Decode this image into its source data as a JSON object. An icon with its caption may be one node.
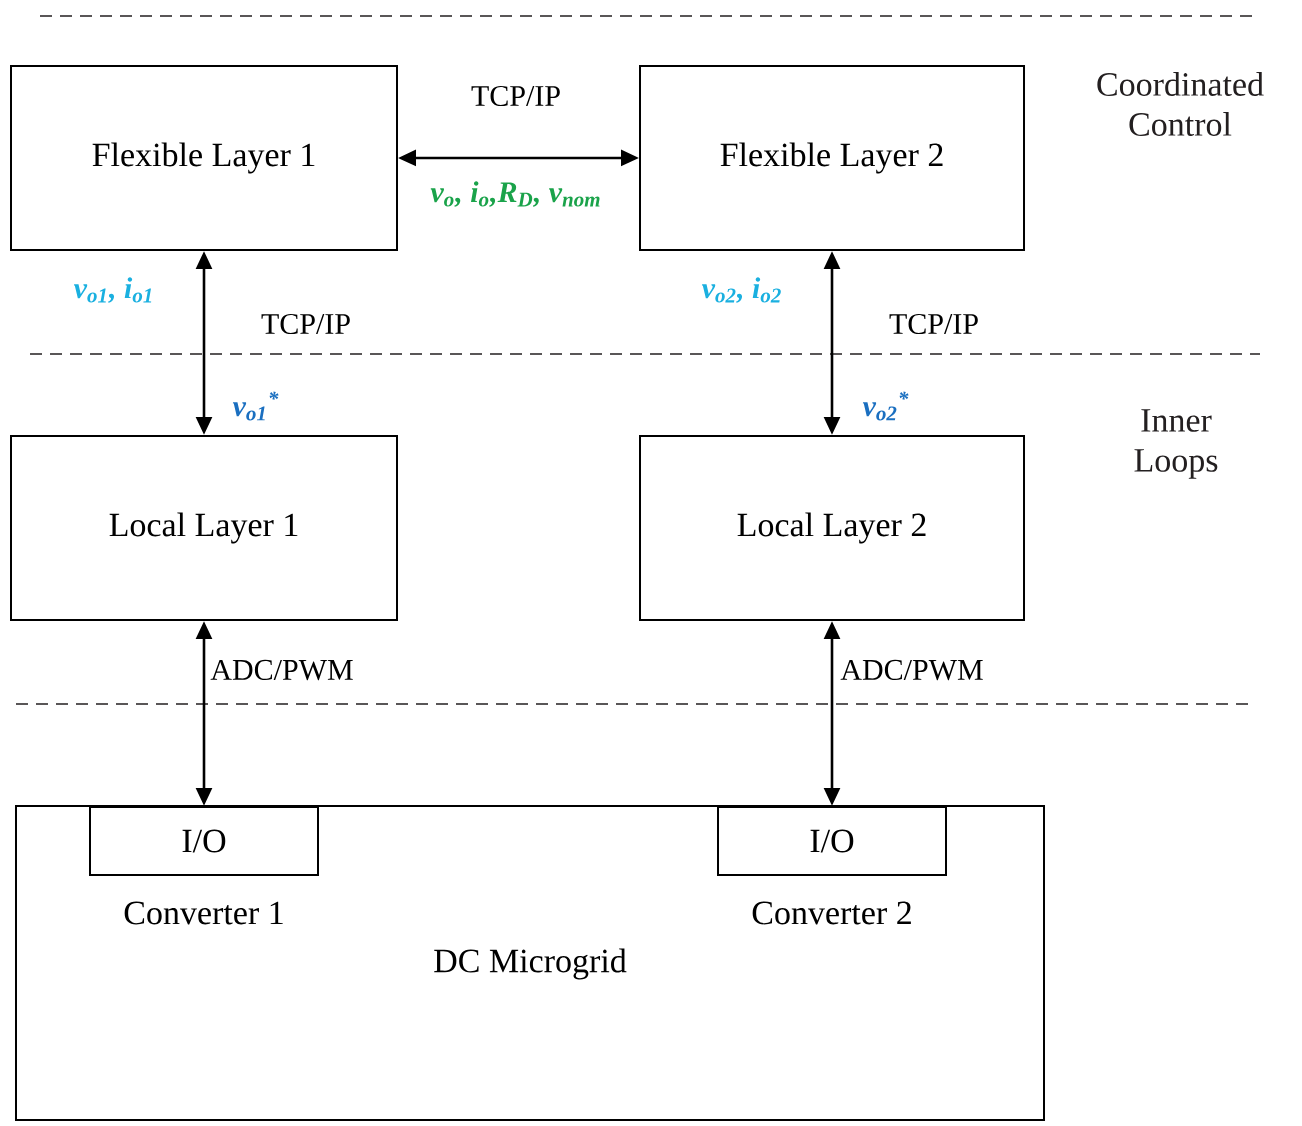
{
  "diagram": {
    "nodes": [
      {
        "text": [
          "Flexible Layer 1"
        ]
      },
      {
        "text": [
          "Flexible Layer 2"
        ]
      },
      {
        "text": [
          "Local Layer 1"
        ]
      },
      {
        "text": [
          "Local Layer 2"
        ]
      },
      {
        "text": [
          "DC Microgrid"
        ]
      },
      {
        "text": [
          "I/O"
        ],
        "in": 4,
        "beside": [
          "Converter 1"
        ]
      },
      {
        "text": [
          "I/O"
        ],
        "in": 4,
        "beside": [
          "Converter 2"
        ]
      }
    ],
    "edges": [
      {
        "from": 0,
        "to": 1,
        "arrow": "both",
        "label": "TCP/IP"
      },
      {
        "from": 0,
        "to": 2,
        "arrow": "both",
        "label": "TCP/IP"
      },
      {
        "from": 1,
        "to": 3,
        "arrow": "both",
        "label": "TCP/IP"
      },
      {
        "from": 2,
        "to": 5,
        "arrow": "both",
        "label": "ADC/PWM"
      },
      {
        "from": 3,
        "to": 6,
        "arrow": "both",
        "label": "ADC/PWM"
      }
    ],
    "labels": [
      "Coordinated Control",
      "v$_{o}$, i$_{o}$,R$_{D}$, v$_{nom}$",
      "v$_{o1}$, i$_{o1}$",
      "v$_{o2}$, i$_{o2}$",
      "v$_{o1}$$^{*}$",
      "v$_{o2}$$^{*}$",
      "Inner Loops"
    ]
  }
}
